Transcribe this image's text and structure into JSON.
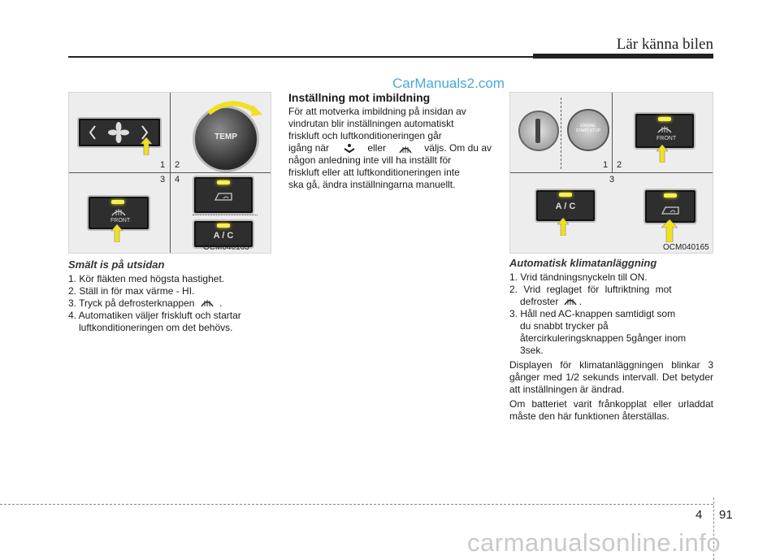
{
  "header": {
    "title": "Lär känna bilen"
  },
  "watermark_top": "CarManuals2.com",
  "figure_left": {
    "labels": [
      "1",
      "2",
      "3",
      "4"
    ],
    "code": "OCM040163",
    "temp_label": "TEMP",
    "front_label": "FRONT",
    "ac_label": "A / C"
  },
  "figure_right": {
    "labels": [
      "1",
      "2",
      "3"
    ],
    "code": "OCM040165",
    "start_label": "ENGINE START STOP",
    "front_label": "FRONT",
    "ac_label": "A / C"
  },
  "left_col": {
    "title": "Smält is på utsidan",
    "items": [
      "1. Kör fläkten med högsta hastighet.",
      "2. Ställ in för max värme - HI.",
      "3. Tryck på defrosterknappen",
      "4. Automatiken väljer friskluft och startar",
      "luftkonditioneringen om det behövs."
    ],
    "item3_suffix": "."
  },
  "mid_col": {
    "title": "Inställning mot imbildning",
    "lines": [
      "För att motverka imbildning på insidan av",
      "vindrutan blir inställningen automatiskt",
      "friskluft och luftkonditioneringen går",
      "igång när",
      "eller",
      "väljs. Om du av",
      "någon anledning inte vill ha inställt för",
      "friskluft eller att luftkonditioneringen inte",
      "ska gå, ändra inställningarna manuellt."
    ]
  },
  "right_col": {
    "title": "Automatisk klimatanläggning",
    "items": [
      "1. Vrid tändningsnyckeln till ON.",
      "2. Vrid reglaget för luftriktning mot",
      "defroster",
      ".",
      "3. Håll ned AC-knappen samtidigt som",
      "du snabbt trycker på",
      "återcirkuleringsknappen 5gånger inom",
      "3sek."
    ],
    "paragraphs": [
      "Displayen för klimatanläggningen blinkar 3 gånger med 1/2 sekunds intervall. Det betyder att inställningen är ändrad.",
      "Om batteriet varit frånkopplat eller urladdat måste den här funktionen återställas."
    ]
  },
  "footer": {
    "chapter": "4",
    "page": "91"
  },
  "watermark_bottom": "carmanualsonline.info",
  "colors": {
    "lamp": "#f2f25a",
    "arrow": "#f0e020",
    "watermark": "#4aa8d8"
  }
}
